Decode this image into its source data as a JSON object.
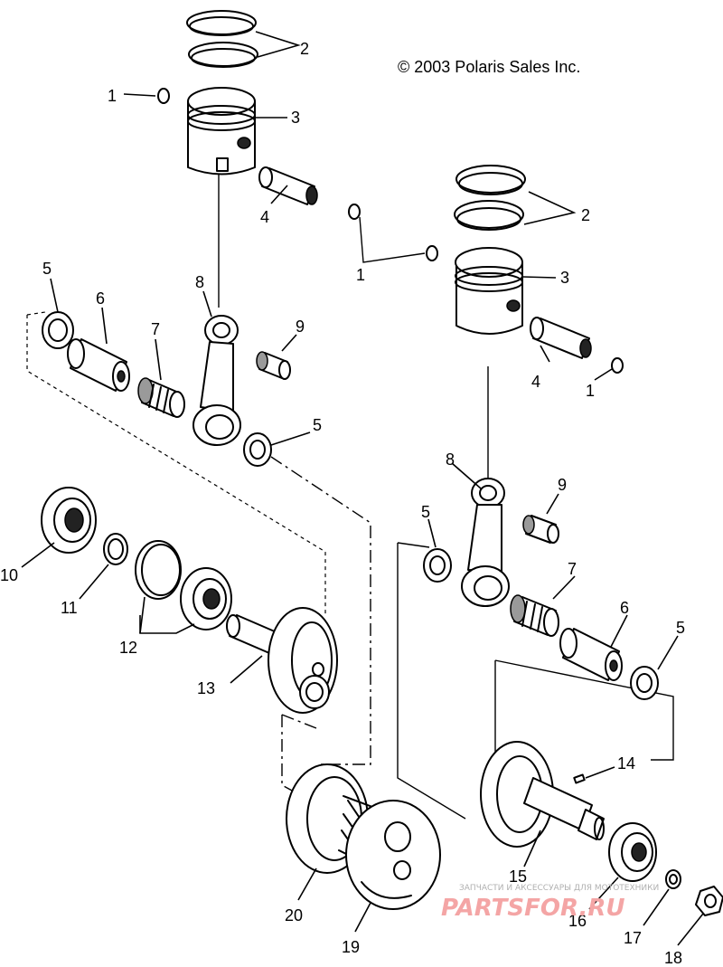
{
  "copyright": "© 2003 Polaris Sales Inc.",
  "callouts": {
    "c1a": "1",
    "c1b": "1",
    "c1c": "1",
    "c2a": "2",
    "c2b": "2",
    "c3a": "3",
    "c3b": "3",
    "c4a": "4",
    "c4b": "4",
    "c5a": "5",
    "c5b": "5",
    "c5c": "5",
    "c5d": "5",
    "c6a": "6",
    "c6b": "6",
    "c7a": "7",
    "c7b": "7",
    "c8a": "8",
    "c8b": "8",
    "c9a": "9",
    "c9b": "9",
    "c10": "10",
    "c11": "11",
    "c12": "12",
    "c13": "13",
    "c14": "14",
    "c15": "15",
    "c16": "16",
    "c17": "17",
    "c18": "18",
    "c19": "19",
    "c20": "20"
  },
  "watermark": {
    "tagline": "ЗАПЧАСТИ И АКСЕССУАРЫ ДЛЯ МОТОТЕХНИКИ",
    "brand": "PARTSFOR.RU"
  }
}
